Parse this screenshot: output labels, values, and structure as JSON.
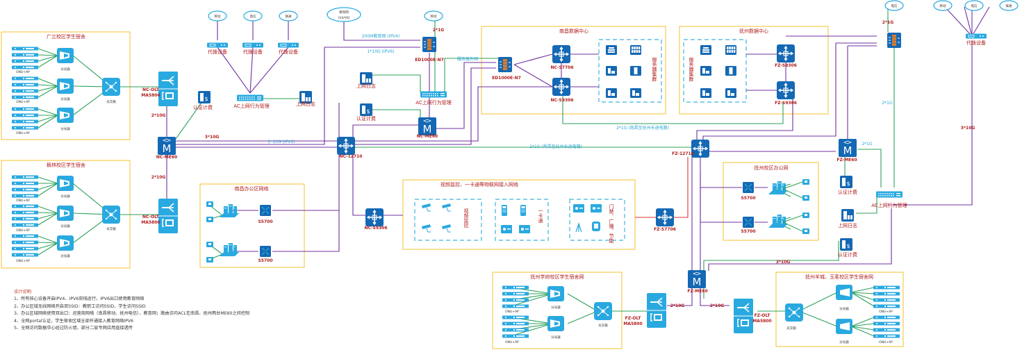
{
  "colors": {
    "core_link": "#7030a0",
    "green_link": "#2ca05a",
    "red_link": "#e03030",
    "area_border": "#f5c12e",
    "dash_border": "#3cb4dc",
    "device_dark": "#1468b4",
    "device_light": "#29a9e0",
    "label_red": "#b01c1c",
    "label_blue": "#2aa6d6"
  },
  "areas": {
    "guanglan": "广兰校区学生宿舍",
    "fenglin": "枫林校区学生宿舍",
    "nc_office": "南昌办公区网络",
    "nc_dc": "南昌数据中心",
    "fz_dc": "抚州数据中心",
    "iot": "视频监控、一卡通等物联网接入网络",
    "fz_office": "抚州校区办公网",
    "fz_xuefu": "抚州学府校区学生宿舍网",
    "fz_yangcheng": "抚州羊城、玉茗校区学生宿舍网"
  },
  "clouds": {
    "yidong": "移动",
    "dianxin": "电信",
    "liantong": "联通",
    "edu": "教育网",
    "edu_sub": "(V4/V6)"
  },
  "devices": {
    "onu_ap": "ONU+AP",
    "splitter": "分光器",
    "optical_box": "光交箱",
    "nc_olt_1": "NC-OLT",
    "nc_olt_2": "MA5800",
    "fz_olt_1": "FZ-OLT",
    "fz_olt_2": "MA5800",
    "nc_me60": "NC-ME60",
    "fz_me60": "FZ-ME60",
    "nc_12710": "NC-12710",
    "fz_12710": "FZ-12710",
    "nc_s9306_iot": "NC-S9306",
    "fz_s7706": "FZ-S7706",
    "nc_s7706": "NC-S7706",
    "nc_s9306": "NC-S9306",
    "fz_s9306_a": "FZ-S9306",
    "fz_s9306_b": "FZ-S9306",
    "fw_ed": "ED1000E-N7",
    "proxy": "代拨设备",
    "ac": "AC上网行为管理",
    "auth": "认证计费",
    "log": "上网日志",
    "s5700": "S5700",
    "server_cluster": "服务器集群",
    "video": "视频监控",
    "card": "一卡通",
    "broadcast": "门禁、广播、节能"
  },
  "links": {
    "l_2x10g": "2*10G",
    "l_3x10g": "3*10G",
    "l_1x10g_v6": "1*10G (IPV6)",
    "l_200m": "200M教育网 (IPV4)",
    "l_2x1g": "2*1G",
    "l_server_ext": "服务器外网",
    "l_long_haul": "2*1G (南昌至抚州长途电路)"
  },
  "notes": {
    "heading": "设计说明:",
    "items": [
      "1、所有核心设备开启IPV4、IPV6双栈运行，IPV6出口使用教育网络",
      "2、办公区域无线网络开启双SSID：教职工访问SSID、学生访问SSID",
      "3、办公区域网络使用双出口：运营商网络（南昌移动、抚州电信）、教育网；路由访问ACL在南昌、抚州两台ME60之间控制",
      "4、全网portal认证，学生宿舍区域全部开通接入教育网络IPV6",
      "5、全网访问数据中心经过防火墙，部分二层专网应用直接透传"
    ]
  }
}
